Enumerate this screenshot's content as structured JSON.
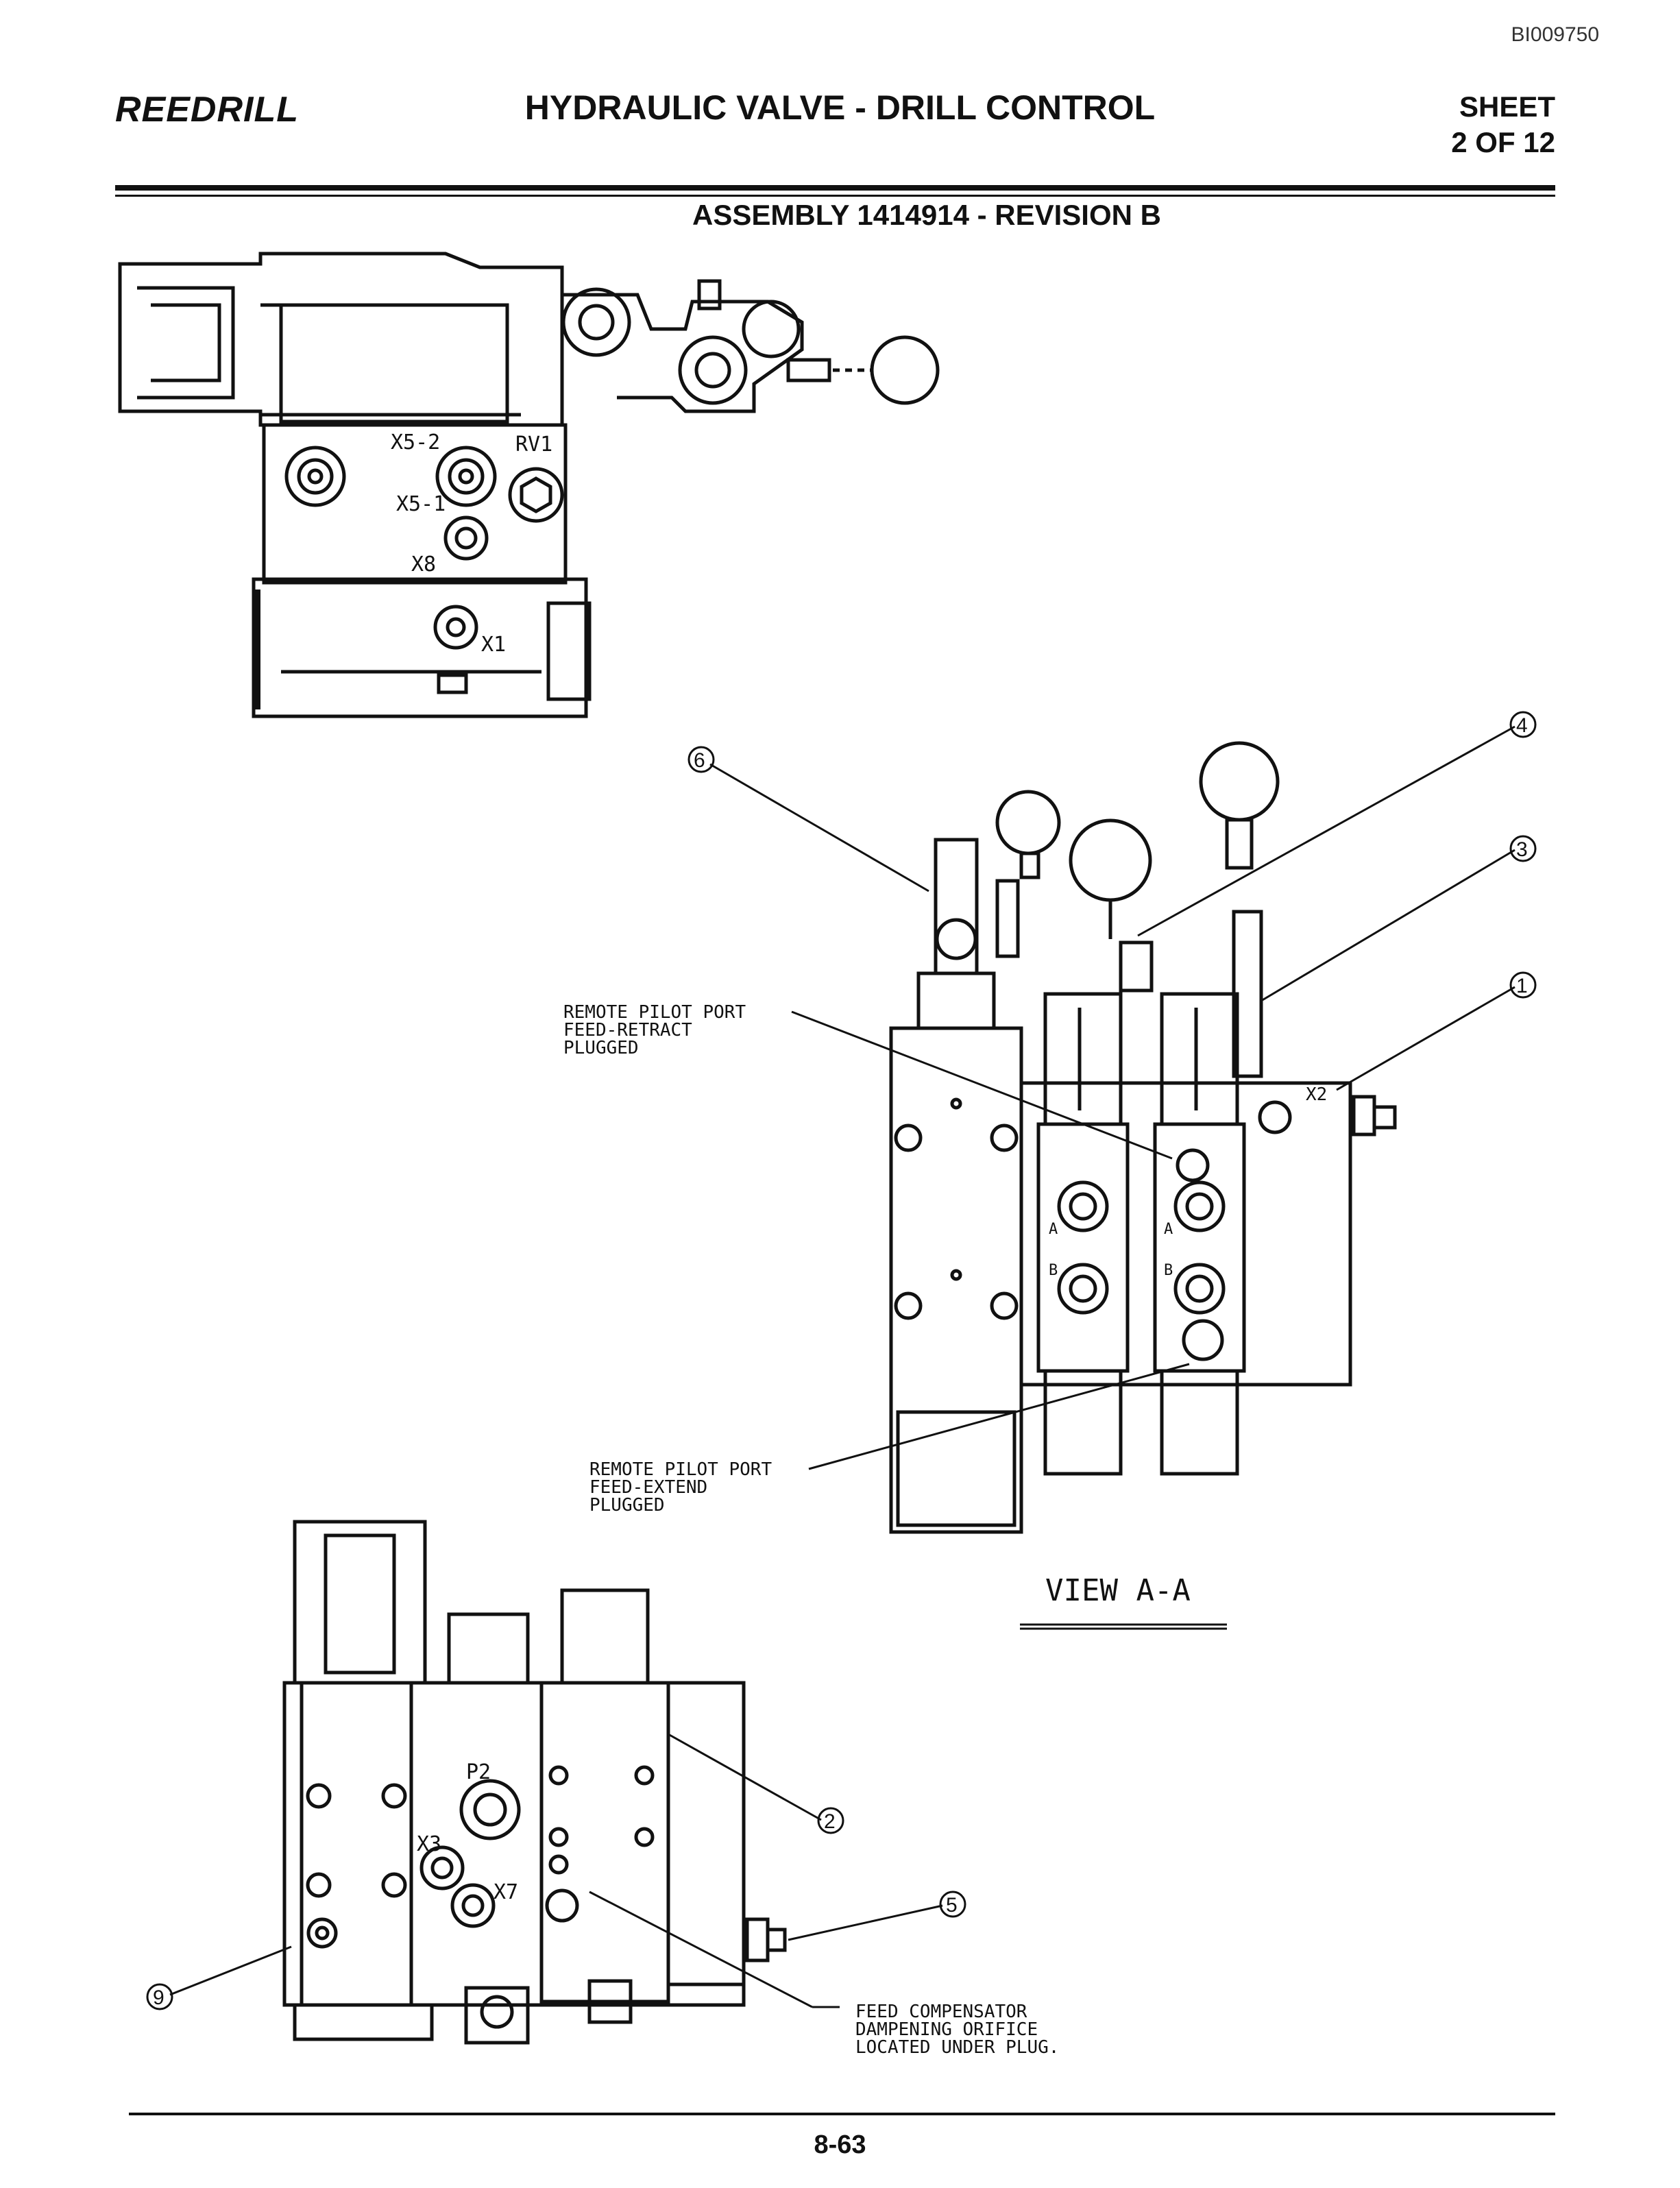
{
  "header": {
    "doc_id": "BI009750",
    "brand": "REEDRILL",
    "title": "HYDRAULIC VALVE - DRILL CONTROL",
    "sheet_label": "SHEET",
    "sheet_value": "2 OF 12",
    "subtitle": "ASSEMBLY 1414914 - REVISION B"
  },
  "top_view": {
    "ports": [
      "X5-2",
      "RV1",
      "X5-1",
      "X8",
      "X1"
    ]
  },
  "view_aa": {
    "label": "VIEW A-A",
    "port": "X2",
    "valve_marks": [
      "A",
      "B",
      "A",
      "B"
    ],
    "note_retract": [
      "REMOTE PILOT PORT",
      "FEED-RETRACT",
      "PLUGGED"
    ],
    "note_extend": [
      "REMOTE PILOT PORT",
      "FEED-EXTEND",
      "PLUGGED"
    ],
    "callouts": [
      "6",
      "4",
      "3",
      "1"
    ]
  },
  "bottom_view": {
    "ports": [
      "P2",
      "X3",
      "X7"
    ],
    "callouts": [
      "2",
      "5",
      "9"
    ],
    "note_compensator": [
      "FEED COMPENSATOR",
      "DAMPENING ORIFICE",
      "LOCATED UNDER PLUG."
    ]
  },
  "footer": {
    "page": "8-63"
  }
}
